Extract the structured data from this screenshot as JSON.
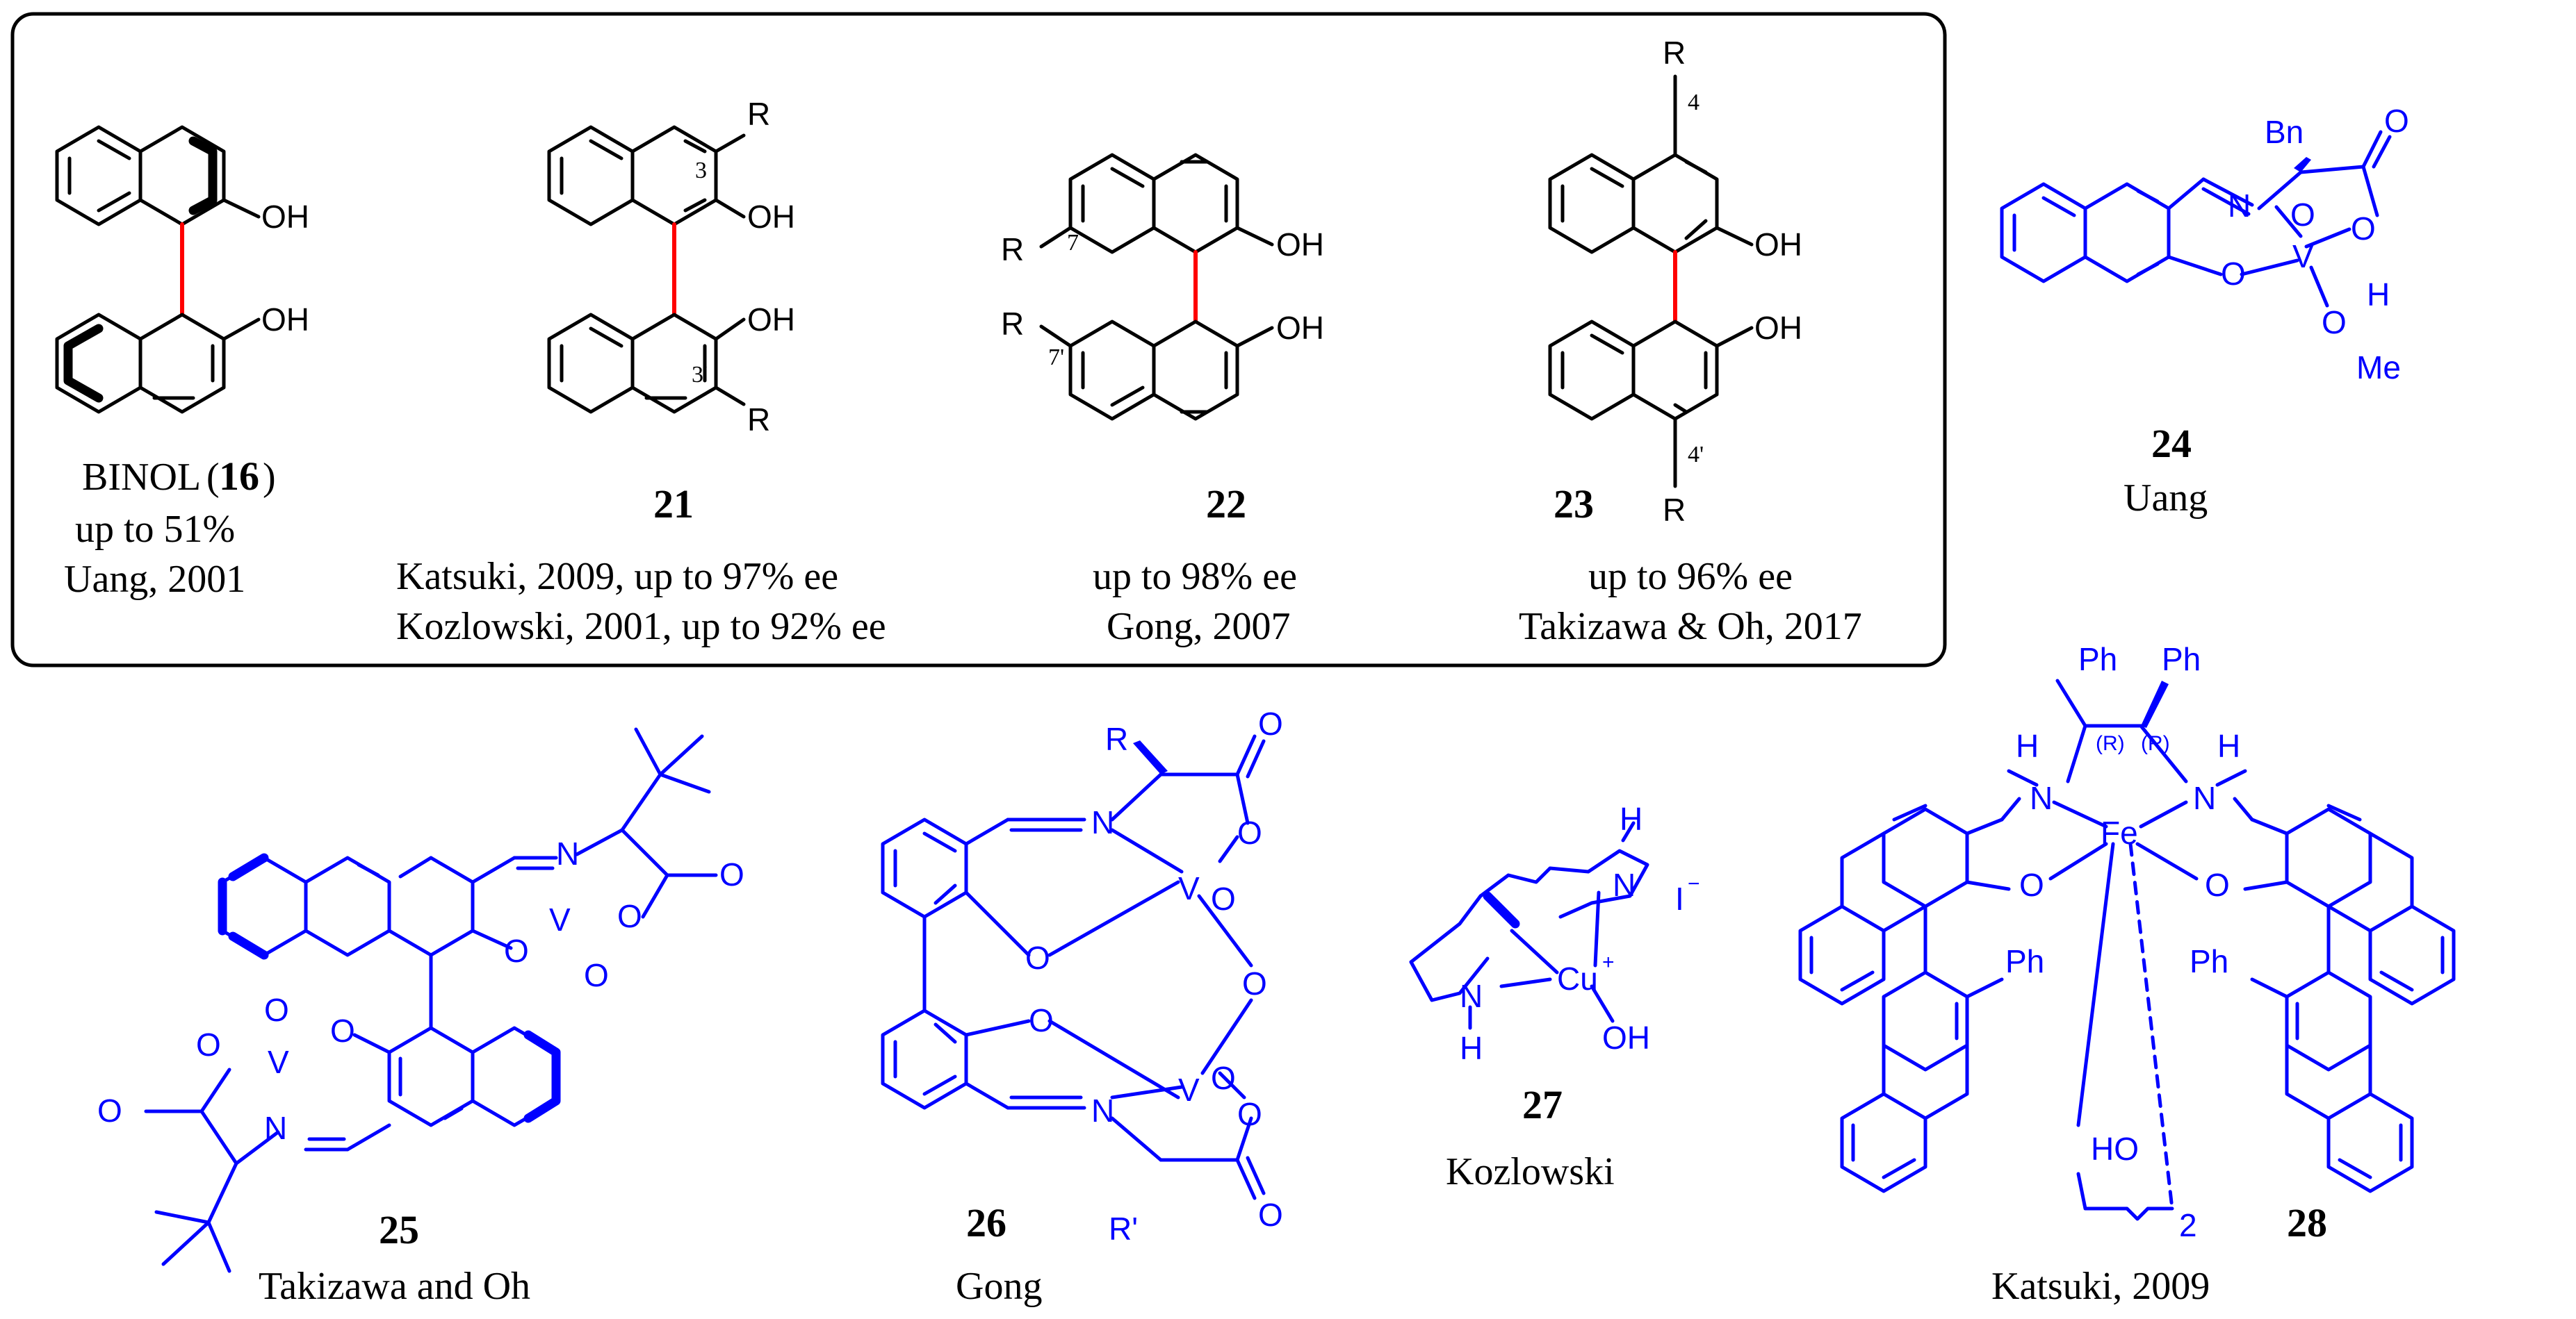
{
  "colors": {
    "ligand_color": "#0000ff",
    "binol_color": "#000000",
    "biaryl_bond_color": "#ff0000"
  },
  "binol_box": {
    "binol": {
      "name": "BINOL",
      "number": "16",
      "yield": "up to 51%",
      "ref": "Uang, 2001"
    },
    "c21": {
      "number": "21",
      "ref1": "Katsuki, 2009, up to 97% ee",
      "ref2": "Kozlowski, 2001, up to 92% ee",
      "pos_a": "3",
      "pos_b": "3'"
    },
    "c22": {
      "number": "22",
      "ee": "up to 98% ee",
      "ref": "Gong, 2007",
      "pos_a": "7",
      "pos_b": "7'"
    },
    "c23": {
      "number": "23",
      "ee": "up to 96% ee",
      "ref": "Takizawa & Oh, 2017",
      "pos_a": "4",
      "pos_b": "4'"
    }
  },
  "labels": {
    "oh": "OH",
    "r": "R",
    "ho": "HO",
    "n": "N",
    "o": "O",
    "v": "V",
    "h": "H",
    "ph": "Ph",
    "me": "Me",
    "bn": "Bn",
    "fe": "Fe",
    "cu": "Cu",
    "iodide": "I",
    "minus": "−",
    "plus": "+",
    "stereo_r": "(R)",
    "repeat": "2",
    "r_prime": "R'"
  },
  "c24": {
    "number": "24",
    "ref": "Uang"
  },
  "c25": {
    "number": "25",
    "ref": "Takizawa and Oh"
  },
  "c26": {
    "number": "26",
    "ref": "Gong"
  },
  "c27": {
    "number": "27",
    "ref": "Kozlowski"
  },
  "c28": {
    "number": "28",
    "ref": "Katsuki, 2009"
  }
}
